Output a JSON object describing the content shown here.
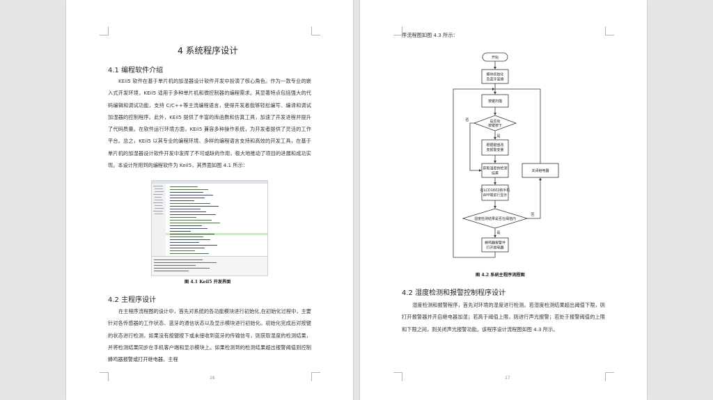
{
  "left_page": {
    "chapter_title": "4  系统程序设计",
    "section_1_title": "4.1 编程软件介绍",
    "section_1_paragraph": "KEil5 软件在基于单片机的加湿器设计软件开发中扮演了核心角色。作为一款专业的嵌入式开发环境，KEil5 适用于多种单片机和微控制器的编程需求。其显著特点包括强大的代码编辑和调试功能，支持 C/C++等主流编程语言，使得开发者能够轻松编写、编译和调试加湿器的控制程序。此外，KEil5 提供了丰富的库函数和仿真工具，加速了开发进程并提升了代码质量。在软件运行环境方面，KEil5 兼容多种操作系统，为开发者提供了灵活的工作平台。总之，KEil5 以其专业的编程环境、多样的编程语言支持和高效的开发工具，在基于单片机的加湿器设计软件开发中发挥了不可或缺的作用，极大地推动了项目的进展和成功实现。本设计所用到的编程软件为 Keil5，其界面如图 4.1 所示：",
    "figure_caption": "图 4.1 Keil5 开发界面",
    "section_2_title": "4.2 主程序设计",
    "section_2_paragraph": "在主程序流程图的设计中，首先对系统的各功能模块进行初始化,在初始化过程中，主要针对各传感器的工作状态、蓝牙的通信状态以及显示模块进行初始化。初始化完成后对按键的状态进行检测，如果没有按键按下或未接收到蓝牙的传输信号，则获取湿度的检测结果，并将检测结果同步在手机客户端和显示模块上。如果检测到的检测结果超出报警阈值则控制蜂鸣器报警或打开继电器。主程",
    "page_number": "16"
  },
  "right_page": {
    "continuation_text": "序流程图如图 4.3 所示：",
    "flowchart": {
      "start": "开始",
      "init": [
        "模块初始化",
        "及蓝牙连接"
      ],
      "key_scan": "按键扫描",
      "key_pressed": [
        "是否有",
        "按键按下"
      ],
      "update_threshold": [
        "根据键值改",
        "变报警变量"
      ],
      "read_humidity": [
        "获取湿度的检测",
        "结果"
      ],
      "display": [
        "在LCD1602和手机",
        "APP端进行显示"
      ],
      "compare": "湿度检测结果是否在阈值内",
      "alarm": [
        "蜂鸣器报警并",
        "打开继电器"
      ],
      "close_relay": "关闭继电器",
      "yes": "是",
      "no": "否"
    },
    "figure_caption": "图 4.2  系统主程序流程图",
    "section_title": "4.2 湿度检测和报警控制程序设计",
    "paragraph": "湿度检测和报警程序，首先对环境的湿度进行检测。若湿度检测结果超出阈值下限，则打开报警器并开启继电器加湿；若高于阈值上限，则进行声光报警；若处于报警阈值的上限和下限之间，则关闭声光报警功能。该程序设计流程图如图 4.3 所示。",
    "page_number": "17"
  }
}
